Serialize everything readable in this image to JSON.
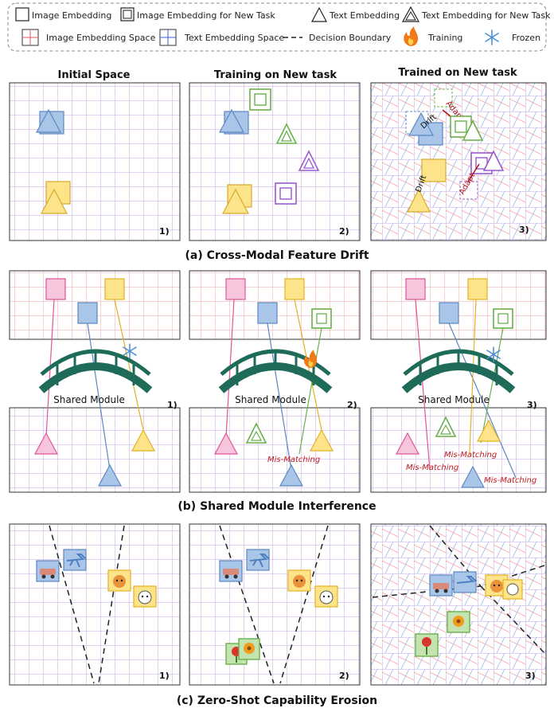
{
  "legend": {
    "image_embedding": "Image Embedding",
    "image_embedding_new": "Image Embedding for New Task",
    "text_embedding": "Text Embedding",
    "text_embedding_new": "Text Embedding for New Task",
    "image_space": "Image Embedding Space",
    "text_space": "Text Embedding Space",
    "decision_boundary": "Decision Boundary",
    "training": "Training",
    "frozen": "Frozen"
  },
  "section_a": {
    "titles": [
      "Initial Space",
      "Training on New task",
      "Trained on New task"
    ],
    "caption": "(a) Cross-Modal Feature Drift",
    "drift_label": "Drift",
    "adapt_label": "Adapt"
  },
  "section_b": {
    "bridge_label": "Shared Module",
    "mismatch_label": "Mis-Matching",
    "caption": "(b) Shared Module Interference"
  },
  "section_c": {
    "caption": "(c) Zero-Shot Capability Erosion"
  },
  "panel_numbers": [
    "1)",
    "2)",
    "3)"
  ],
  "colors": {
    "blue": "#a9c6e8",
    "yellow": "#fde48a",
    "green": "#6ab04c",
    "purple": "#9b59d0",
    "pink": "#e0559a",
    "grid_purple": "#c9a6e8",
    "grid_red": "#f2a7a7",
    "grid_blue": "#9ab6ea"
  }
}
